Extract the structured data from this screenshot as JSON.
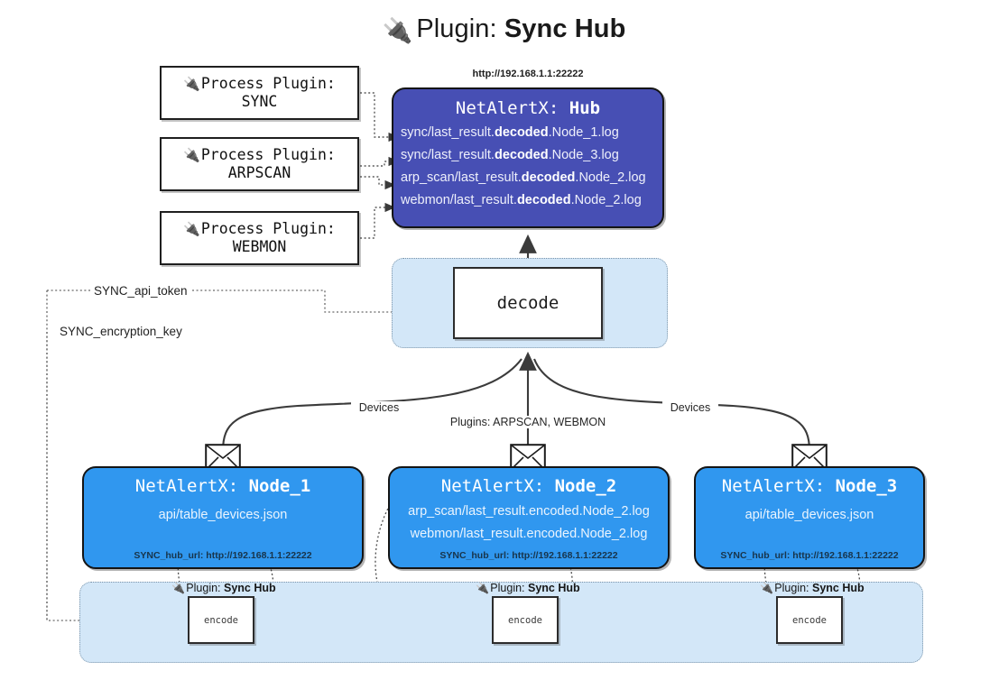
{
  "title": {
    "icon": "plug-icon",
    "glyph": "🔌",
    "prefix": "Plugin: ",
    "name": "Sync Hub"
  },
  "colors": {
    "hub_fill": "#474fb4",
    "node_fill": "#3097ef",
    "band_fill": "#d3e7f8",
    "band_border": "#7a93a8",
    "box_border": "#141414",
    "edge": "#3b3b3b"
  },
  "process_plugins": [
    {
      "line1_icon": "plug-icon",
      "glyph": "🔌",
      "line1": "Process Plugin:",
      "line2": "SYNC"
    },
    {
      "line1_icon": "plug-icon",
      "glyph": "🔌",
      "line1": "Process Plugin:",
      "line2": "ARPSCAN"
    },
    {
      "line1_icon": "plug-icon",
      "glyph": "🔌",
      "line1": "Process Plugin:",
      "line2": "WEBMON"
    }
  ],
  "hub": {
    "url": "http://192.168.1.1:22222",
    "title_prefix": "NetAlertX: ",
    "title_name": "Hub",
    "log_lines": [
      {
        "pre": "sync/last_result.",
        "em": "decoded",
        "post": ".Node_1.log"
      },
      {
        "pre": "sync/last_result.",
        "em": "decoded",
        "post": ".Node_3.log"
      },
      {
        "pre": "arp_scan/last_result.",
        "em": "decoded",
        "post": ".Node_2.log"
      },
      {
        "pre": "webmon/last_result.",
        "em": "decoded",
        "post": ".Node_2.log"
      }
    ]
  },
  "decode": {
    "label": "decode"
  },
  "edge_labels": {
    "devices_left": "Devices",
    "plugins_center": "Plugins: ARPSCAN, WEBMON",
    "devices_right": "Devices"
  },
  "secrets": [
    {
      "label": "SYNC_api_token"
    },
    {
      "label": "SYNC_encryption_key"
    }
  ],
  "nodes": [
    {
      "title_prefix": "NetAlertX: ",
      "title_name": "Node_1",
      "lines": [
        "api/table_devices.json"
      ],
      "footer": "SYNC_hub_url: http://192.168.1.1:22222",
      "envelope_icon": "envelope-icon"
    },
    {
      "title_prefix": "NetAlertX: ",
      "title_name": "Node_2",
      "lines": [
        "arp_scan/last_result.encoded.Node_2.log",
        "webmon/last_result.encoded.Node_2.log"
      ],
      "footer": "SYNC_hub_url: http://192.168.1.1:22222",
      "envelope_icon": "envelope-icon"
    },
    {
      "title_prefix": "NetAlertX: ",
      "title_name": "Node_3",
      "lines": [
        "api/table_devices.json"
      ],
      "footer": "SYNC_hub_url: http://192.168.1.1:22222",
      "envelope_icon": "envelope-icon"
    }
  ],
  "encoders": [
    {
      "caption_icon": "plug-icon",
      "glyph": "🔌",
      "caption_prefix": "Plugin: ",
      "caption_name": "Sync Hub",
      "box_label": "encode"
    },
    {
      "caption_icon": "plug-icon",
      "glyph": "🔌",
      "caption_prefix": "Plugin: ",
      "caption_name": "Sync Hub",
      "box_label": "encode"
    },
    {
      "caption_icon": "plug-icon",
      "glyph": "🔌",
      "caption_prefix": "Plugin: ",
      "caption_name": "Sync Hub",
      "box_label": "encode"
    }
  ]
}
